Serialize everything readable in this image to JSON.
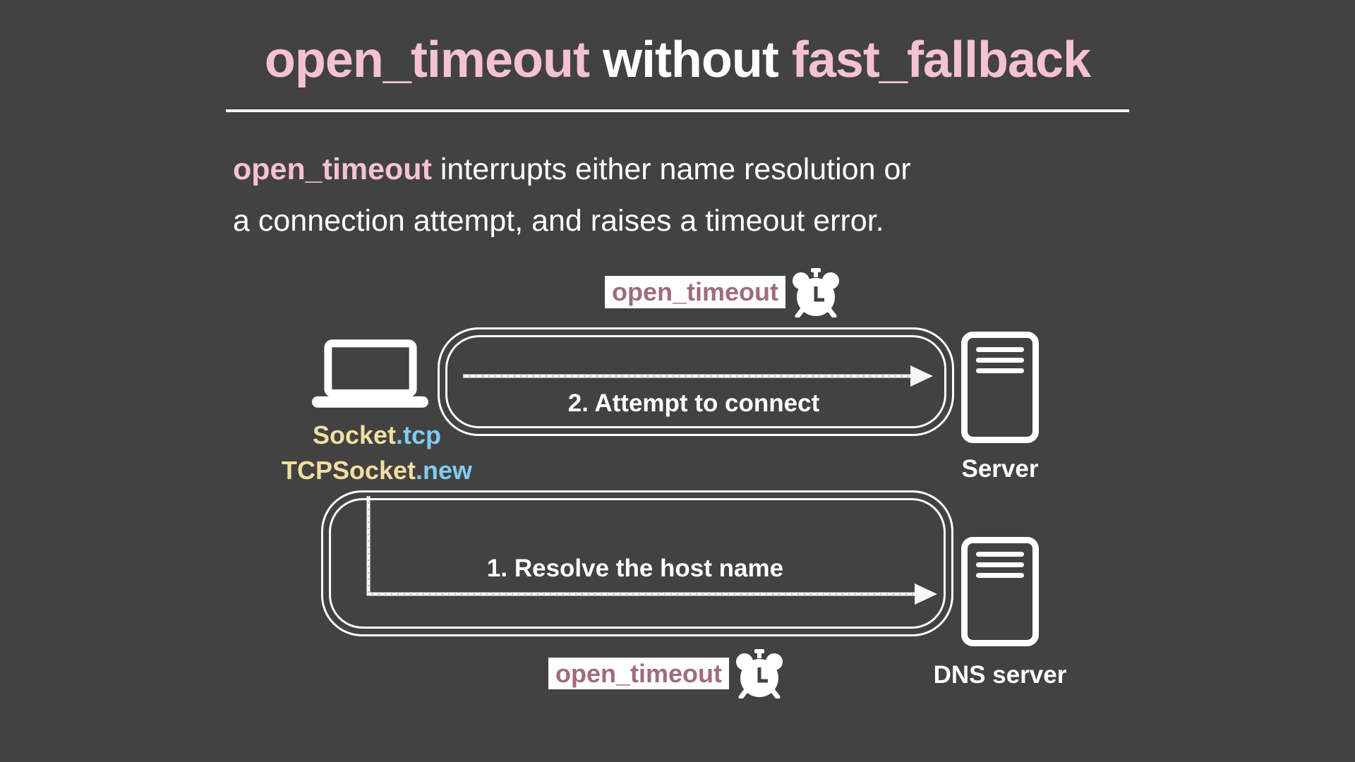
{
  "colors": {
    "background": "#424242",
    "accent_pink": "#f5c2d2",
    "text_white": "#ffffff",
    "badge_bg": "#ffffff",
    "badge_text": "#9e6c7e",
    "code_receiver_yellow": "#f2dfa0",
    "code_method_blue": "#82cbf0"
  },
  "title": {
    "lead": "open_timeout",
    "mid": " without ",
    "tail": "fast_fallback"
  },
  "description": {
    "keyword": "open_timeout",
    "line1_rest": " interrupts either name resolution or",
    "line2": "a connection attempt, and raises a timeout error."
  },
  "badges": {
    "top": {
      "label": "open_timeout",
      "icon": "alarm-clock-icon"
    },
    "bottom": {
      "label": "open_timeout",
      "icon": "alarm-clock-icon"
    }
  },
  "client": {
    "icon": "laptop-icon",
    "call1": {
      "receiver": "Socket",
      "method": ".tcp"
    },
    "call2": {
      "receiver": "TCPSocket",
      "method": ".new"
    }
  },
  "steps": {
    "connect": {
      "label": "2. Attempt to connect"
    },
    "resolve": {
      "label": "1. Resolve the host name"
    }
  },
  "nodes": {
    "server": {
      "label": "Server",
      "icon": "server-icon"
    },
    "dns_server": {
      "label": "DNS server",
      "icon": "server-icon"
    }
  }
}
